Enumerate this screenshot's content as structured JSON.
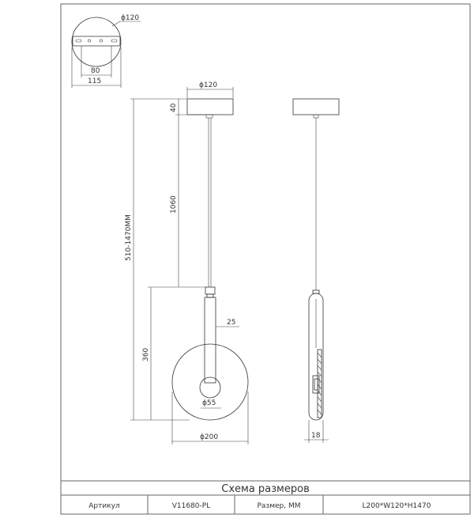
{
  "dimensions": {
    "canopy_top_diameter": "ϕ120",
    "canopy_plate_width": "80",
    "canopy_outer_width": "115",
    "canopy_side_diameter": "ϕ120",
    "canopy_height": "40",
    "total_height": "510-1470MM",
    "cable_length": "1060",
    "lamp_height": "360",
    "tube_width": "25",
    "sphere_diameter": "ϕ55",
    "disc_diameter": "ϕ200",
    "side_thickness": "18"
  },
  "title_block": {
    "title": "Схема размеров",
    "article_label": "Артикул",
    "article_value": "V11680-PL",
    "size_label": "Размер, ММ",
    "size_value": "L200*W120*H1470"
  }
}
